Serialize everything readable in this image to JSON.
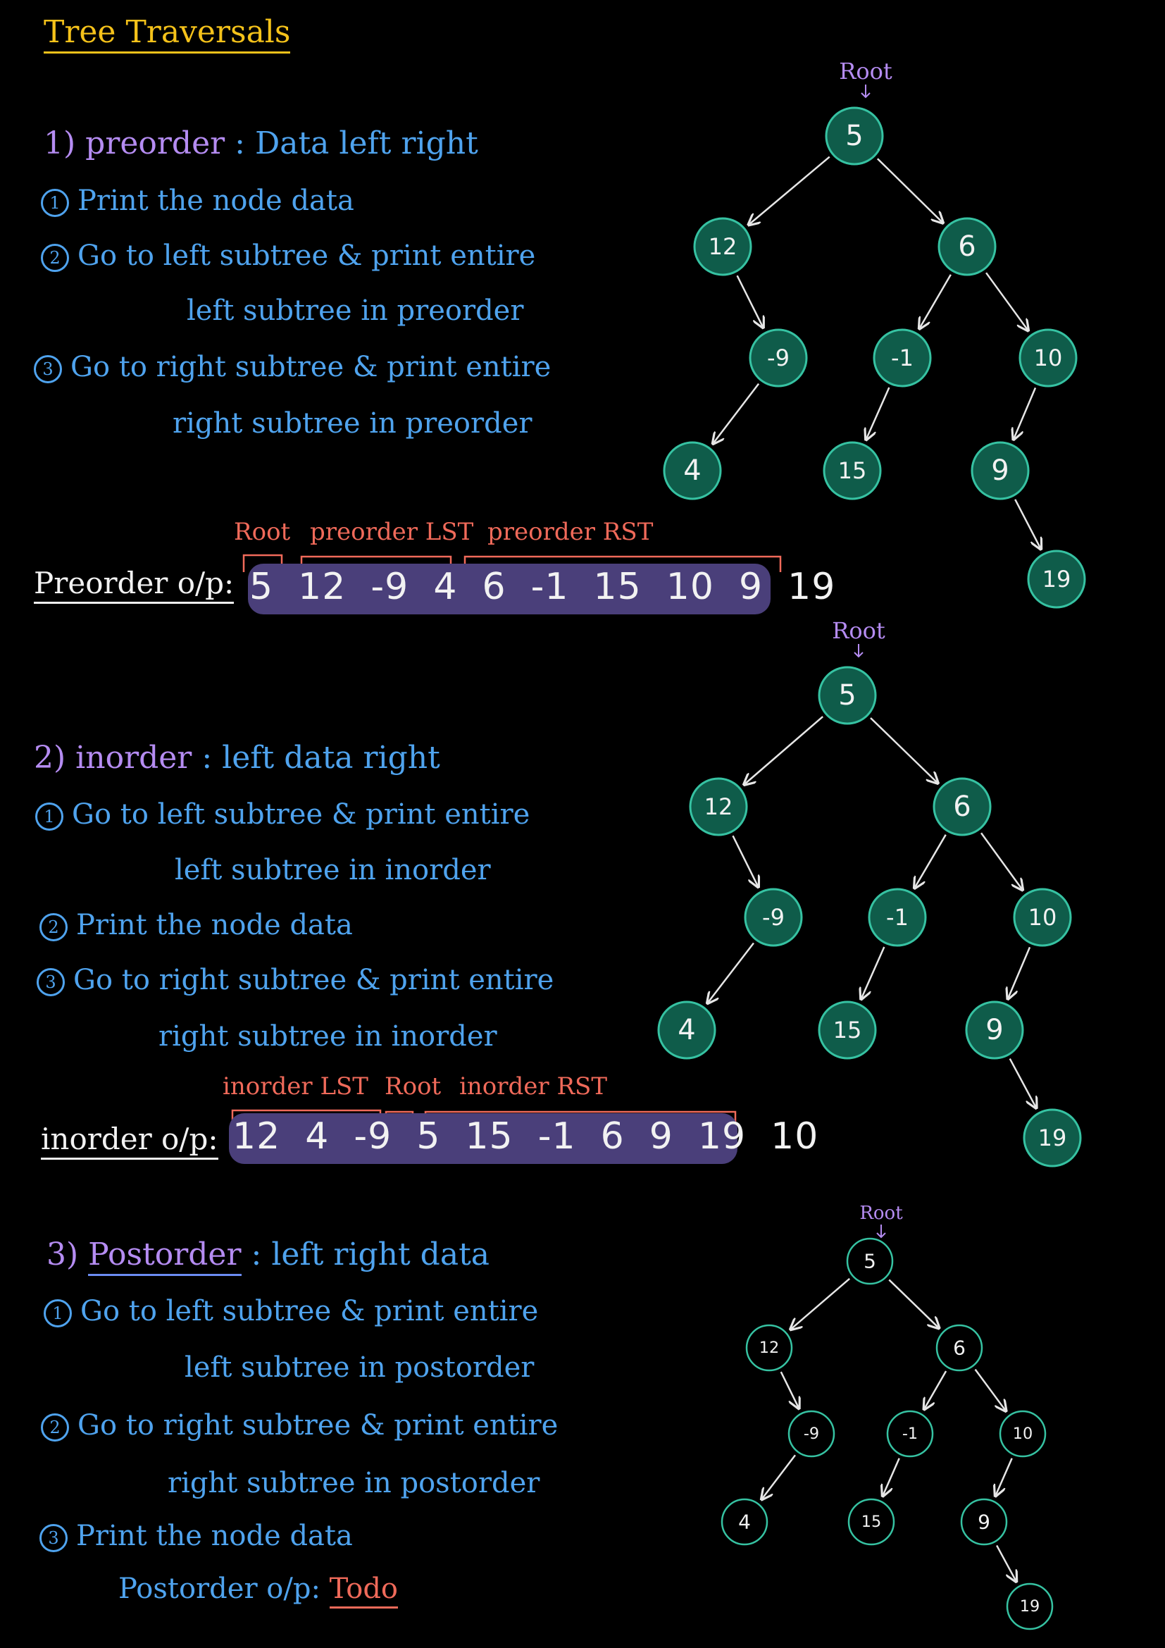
{
  "title": "Tree Traversals",
  "preorder": {
    "heading_number": "1)",
    "heading_name": "preorder",
    "heading_rule": ": Data left right",
    "steps": [
      {
        "num": "1",
        "lines": [
          "Print the node data"
        ]
      },
      {
        "num": "2",
        "lines": [
          "Go to left subtree & print entire",
          "left subtree in preorder"
        ]
      },
      {
        "num": "3",
        "lines": [
          "Go to right subtree & print entire",
          "right subtree in preorder"
        ]
      }
    ],
    "output_label": "Preorder o/p:",
    "output_sequence": [
      "5",
      "12",
      "-9",
      "4",
      "6",
      "-1",
      "15",
      "10",
      "9",
      "19"
    ],
    "annotations": [
      "Root",
      "preorder LST",
      "preorder RST"
    ]
  },
  "inorder": {
    "heading_number": "2)",
    "heading_name": "inorder",
    "heading_rule": ": left data right",
    "steps": [
      {
        "num": "1",
        "lines": [
          "Go to left subtree & print entire",
          "left subtree in inorder"
        ]
      },
      {
        "num": "2",
        "lines": [
          "Print the node data"
        ]
      },
      {
        "num": "3",
        "lines": [
          "Go to right subtree & print entire",
          "right subtree in inorder"
        ]
      }
    ],
    "output_label": "inorder o/p:",
    "output_sequence": [
      "12",
      "4",
      "-9",
      "5",
      "15",
      "-1",
      "6",
      "9",
      "19",
      "10"
    ],
    "annotations": [
      "inorder LST",
      "Root",
      "inorder RST"
    ]
  },
  "postorder": {
    "heading_number": "3)",
    "heading_name": "Postorder",
    "heading_rule": ": left right data",
    "steps": [
      {
        "num": "1",
        "lines": [
          "Go to left subtree & print entire",
          "left subtree in postorder"
        ]
      },
      {
        "num": "2",
        "lines": [
          "Go to right subtree & print entire",
          "right subtree in postorder"
        ]
      },
      {
        "num": "3",
        "lines": [
          "Print the node data"
        ]
      }
    ],
    "output_label": "Postorder o/p:",
    "output_value": "Todo"
  },
  "tree": {
    "root_label": "Root",
    "nodes": [
      {
        "id": "n5",
        "value": "5"
      },
      {
        "id": "n12",
        "value": "12"
      },
      {
        "id": "n6",
        "value": "6"
      },
      {
        "id": "nm9",
        "value": "-9"
      },
      {
        "id": "nm1",
        "value": "-1"
      },
      {
        "id": "n10",
        "value": "10"
      },
      {
        "id": "n4",
        "value": "4"
      },
      {
        "id": "n15",
        "value": "15"
      },
      {
        "id": "n9",
        "value": "9"
      },
      {
        "id": "n19",
        "value": "19"
      }
    ],
    "edges": [
      [
        "n5",
        "n12"
      ],
      [
        "n5",
        "n6"
      ],
      [
        "n12",
        "nm9"
      ],
      [
        "n6",
        "nm1"
      ],
      [
        "n6",
        "n10"
      ],
      [
        "nm9",
        "n4"
      ],
      [
        "nm1",
        "n15"
      ],
      [
        "n10",
        "n9"
      ],
      [
        "n9",
        "n19"
      ]
    ]
  }
}
